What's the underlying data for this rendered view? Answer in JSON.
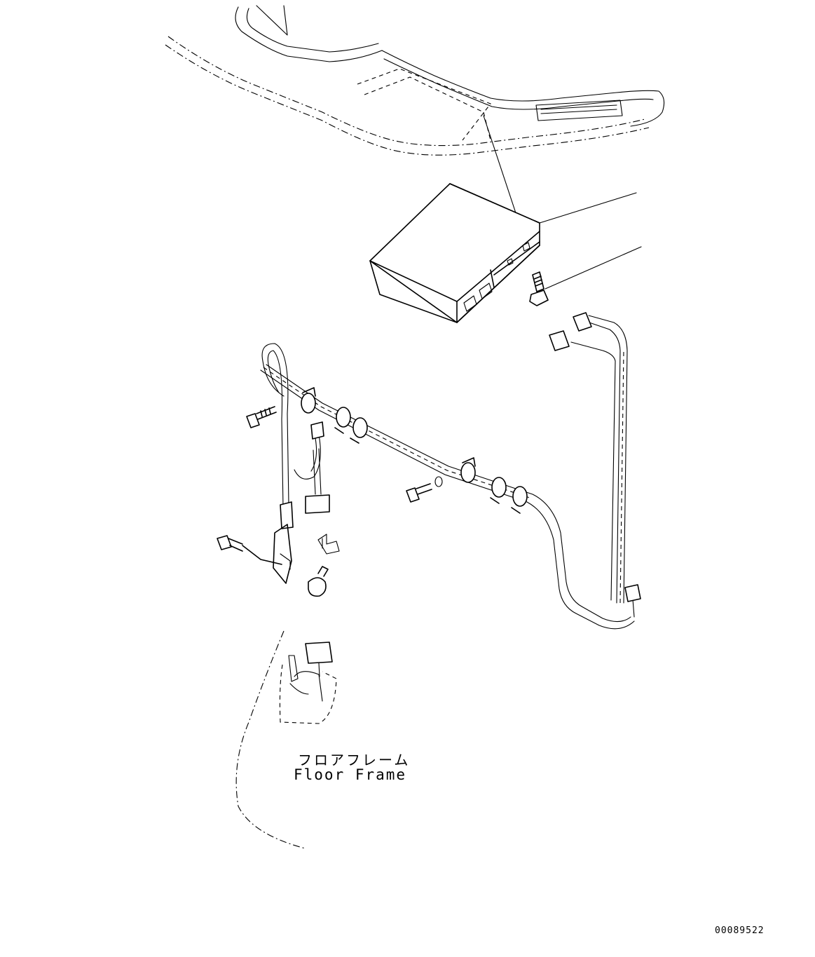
{
  "labels": {
    "floor_frame_jp": "フロアフレーム",
    "floor_frame_en": "Floor Frame"
  },
  "drawing_number": "00089522",
  "colors": {
    "line": "#000000",
    "background": "#ffffff"
  }
}
